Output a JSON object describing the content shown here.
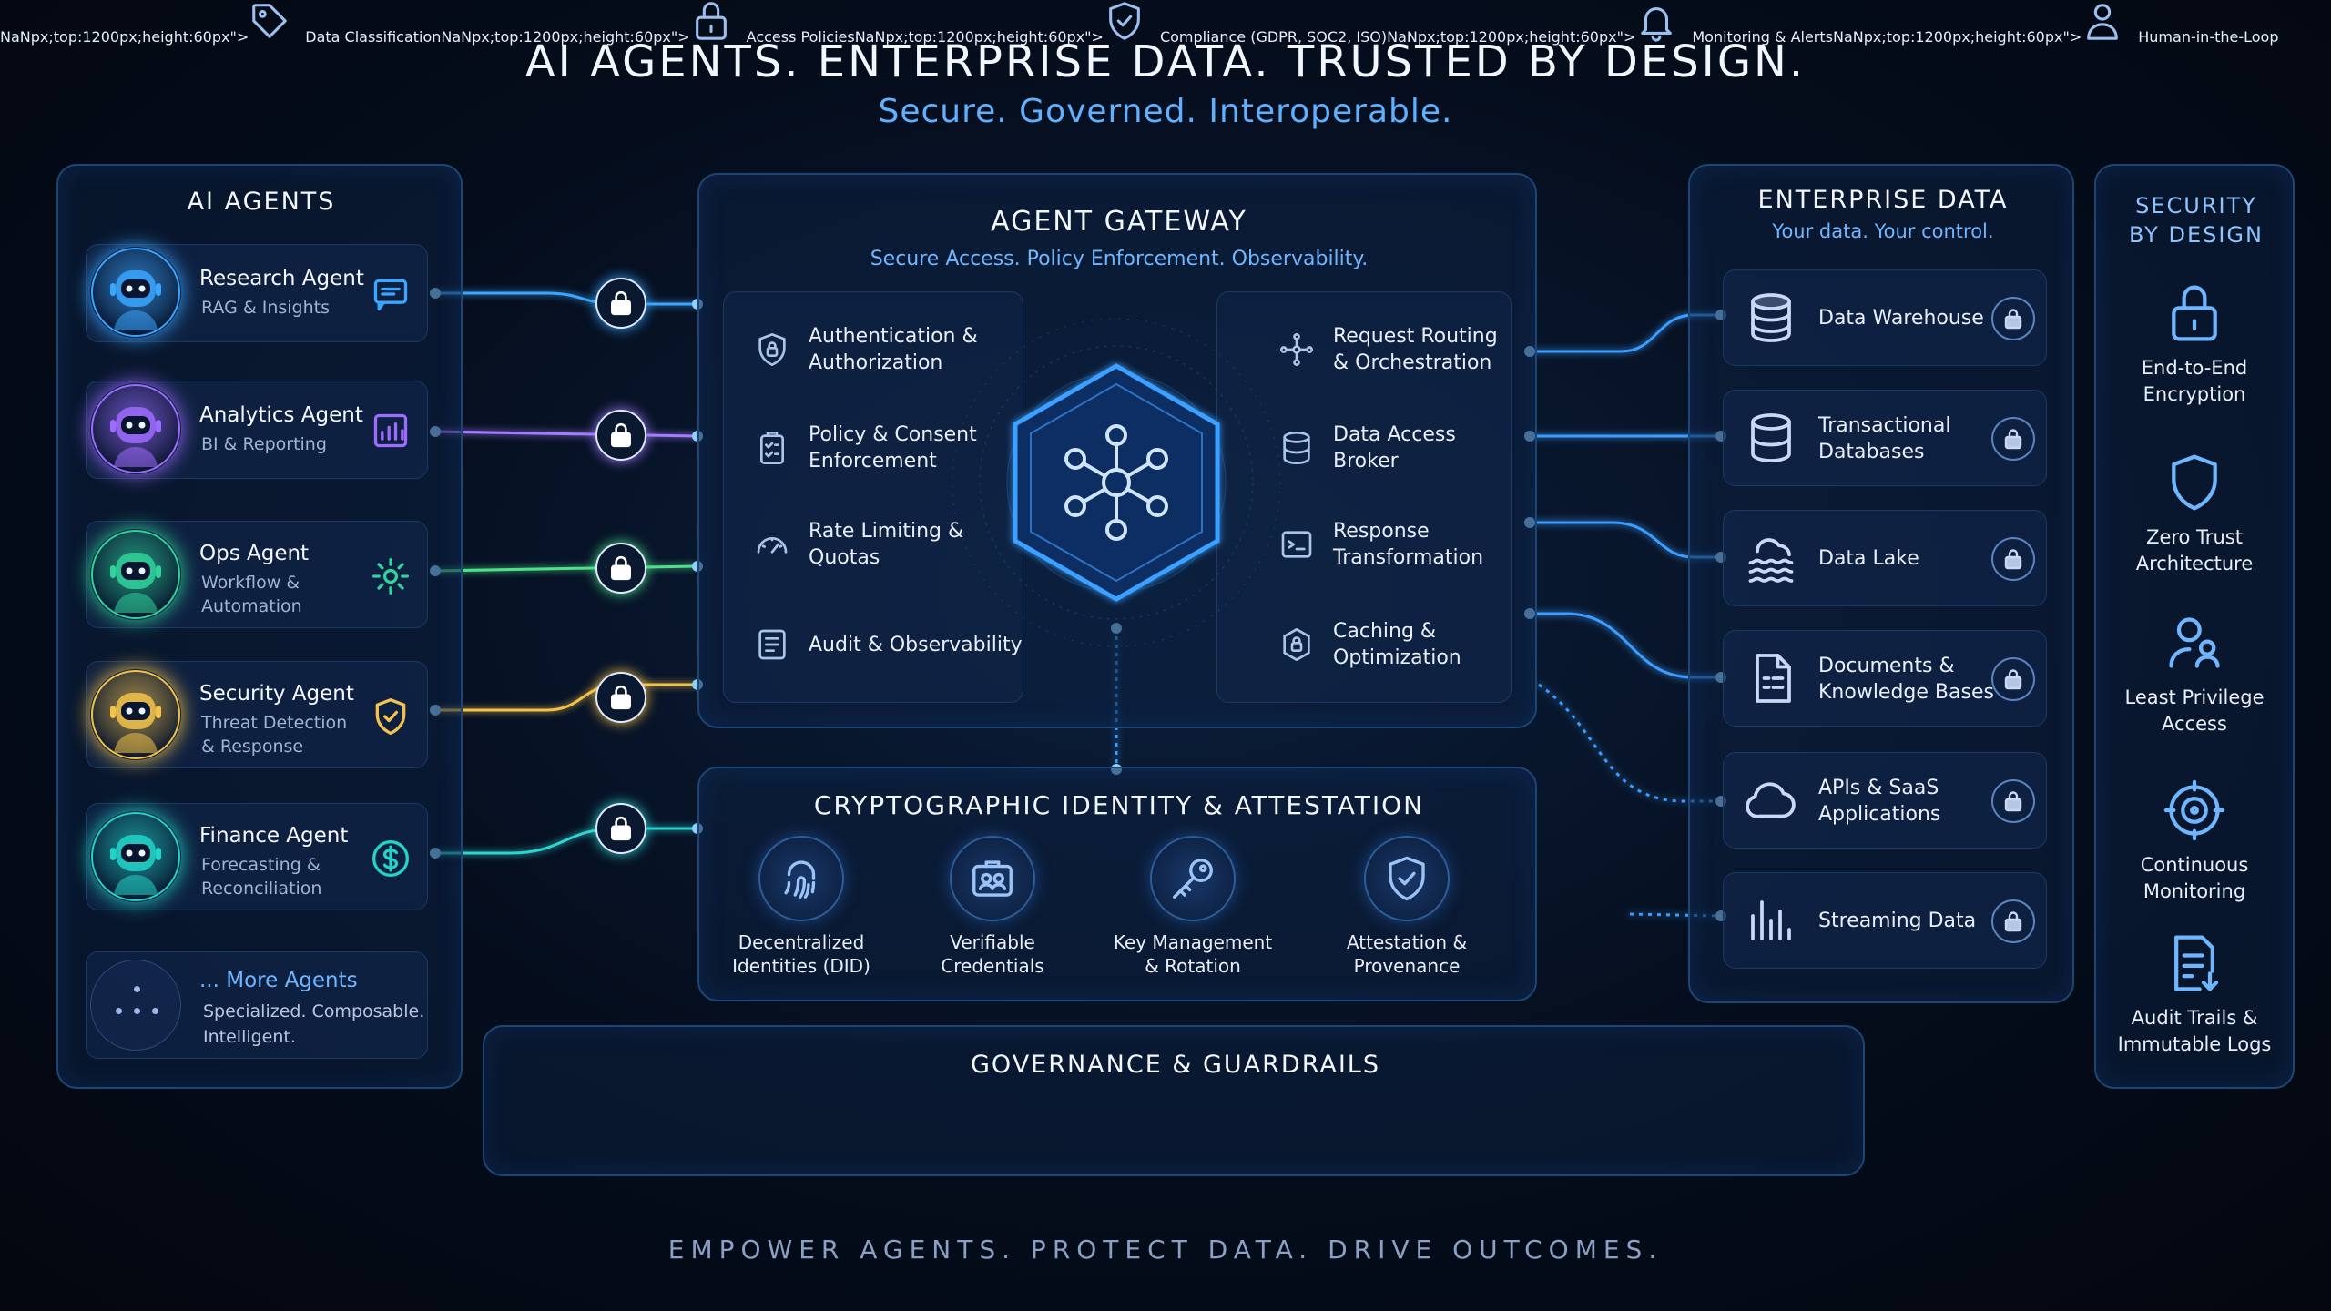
{
  "header": {
    "title": "AI AGENTS. ENTERPRISE DATA. TRUSTED BY DESIGN.",
    "subtitle": "Secure. Governed. Interoperable."
  },
  "agents": {
    "title": "AI AGENTS",
    "items": [
      {
        "name": "Research Agent",
        "desc1": "RAG & Insights",
        "desc2": "",
        "color": "#3aa6ff",
        "icon": "chat-icon"
      },
      {
        "name": "Analytics Agent",
        "desc1": "BI & Reporting",
        "desc2": "",
        "color": "#9d6bff",
        "icon": "bar-chart-icon"
      },
      {
        "name": "Ops Agent",
        "desc1": "Workflow &",
        "desc2": "Automation",
        "color": "#2fd49a",
        "icon": "gear-icon"
      },
      {
        "name": "Security Agent",
        "desc1": "Threat Detection",
        "desc2": "& Response",
        "color": "#f2c24a",
        "icon": "shield-check-icon"
      },
      {
        "name": "Finance Agent",
        "desc1": "Forecasting &",
        "desc2": "Reconciliation",
        "color": "#22d3c8",
        "icon": "dollar-icon"
      }
    ],
    "more": {
      "name": "... More Agents",
      "desc1": "Specialized. Composable.",
      "desc2": "Intelligent."
    }
  },
  "gateway": {
    "title": "AGENT GATEWAY",
    "subtitle": "Secure Access. Policy Enforcement. Observability.",
    "left": [
      {
        "l1": "Authentication &",
        "l2": "Authorization",
        "icon": "shield-lock-icon"
      },
      {
        "l1": "Policy & Consent",
        "l2": "Enforcement",
        "icon": "clipboard-check-icon"
      },
      {
        "l1": "Rate Limiting &",
        "l2": "Quotas",
        "icon": "gauge-icon"
      },
      {
        "l1": "Audit & Observability",
        "l2": "",
        "icon": "list-check-icon"
      }
    ],
    "right": [
      {
        "l1": "Request Routing",
        "l2": "& Orchestration",
        "icon": "routing-icon"
      },
      {
        "l1": "Data Access",
        "l2": "Broker",
        "icon": "database-icon"
      },
      {
        "l1": "Response",
        "l2": "Transformation",
        "icon": "terminal-icon"
      },
      {
        "l1": "Caching &",
        "l2": "Optimization",
        "icon": "cache-icon"
      }
    ]
  },
  "crypto": {
    "title": "CRYPTOGRAPHIC IDENTITY & ATTESTATION",
    "items": [
      {
        "l1": "Decentralized",
        "l2": "Identities (DID)",
        "icon": "fingerprint-icon"
      },
      {
        "l1": "Verifiable",
        "l2": "Credentials",
        "icon": "id-card-icon"
      },
      {
        "l1": "Key Management",
        "l2": "& Rotation",
        "icon": "key-icon"
      },
      {
        "l1": "Attestation &",
        "l2": "Provenance",
        "icon": "shield-check-icon"
      }
    ]
  },
  "enterprise": {
    "title": "ENTERPRISE DATA",
    "subtitle": "Your data. Your control.",
    "items": [
      {
        "l1": "Data Warehouse",
        "l2": "",
        "icon": "database-stack-icon"
      },
      {
        "l1": "Transactional",
        "l2": "Databases",
        "icon": "database-icon"
      },
      {
        "l1": "Data Lake",
        "l2": "",
        "icon": "lake-icon"
      },
      {
        "l1": "Documents &",
        "l2": "Knowledge Bases",
        "icon": "document-icon"
      },
      {
        "l1": "APIs & SaaS",
        "l2": "Applications",
        "icon": "cloud-icon"
      },
      {
        "l1": "Streaming Data",
        "l2": "",
        "icon": "streaming-icon"
      }
    ]
  },
  "security": {
    "title1": "SECURITY",
    "title2": "BY DESIGN",
    "items": [
      {
        "l1": "End-to-End",
        "l2": "Encryption",
        "icon": "lock-icon"
      },
      {
        "l1": "Zero Trust",
        "l2": "Architecture",
        "icon": "shield-icon"
      },
      {
        "l1": "Least Privilege",
        "l2": "Access",
        "icon": "users-icon"
      },
      {
        "l1": "Continuous",
        "l2": "Monitoring",
        "icon": "target-icon"
      },
      {
        "l1": "Audit Trails &",
        "l2": "Immutable Logs",
        "icon": "log-download-icon"
      }
    ]
  },
  "governance": {
    "title": "GOVERNANCE & GUARDRAILS",
    "items": [
      {
        "label": "Data Classification",
        "icon": "tag-icon"
      },
      {
        "label": "Access Policies",
        "icon": "lock-icon"
      },
      {
        "label": "Compliance (GDPR, SOC2, ISO)",
        "icon": "shield-check-icon"
      },
      {
        "label": "Monitoring & Alerts",
        "icon": "bell-icon"
      },
      {
        "label": "Human-in-the-Loop",
        "icon": "user-icon"
      }
    ]
  },
  "footer": {
    "tagline": "EMPOWER AGENTS. PROTECT DATA. DRIVE OUTCOMES."
  }
}
